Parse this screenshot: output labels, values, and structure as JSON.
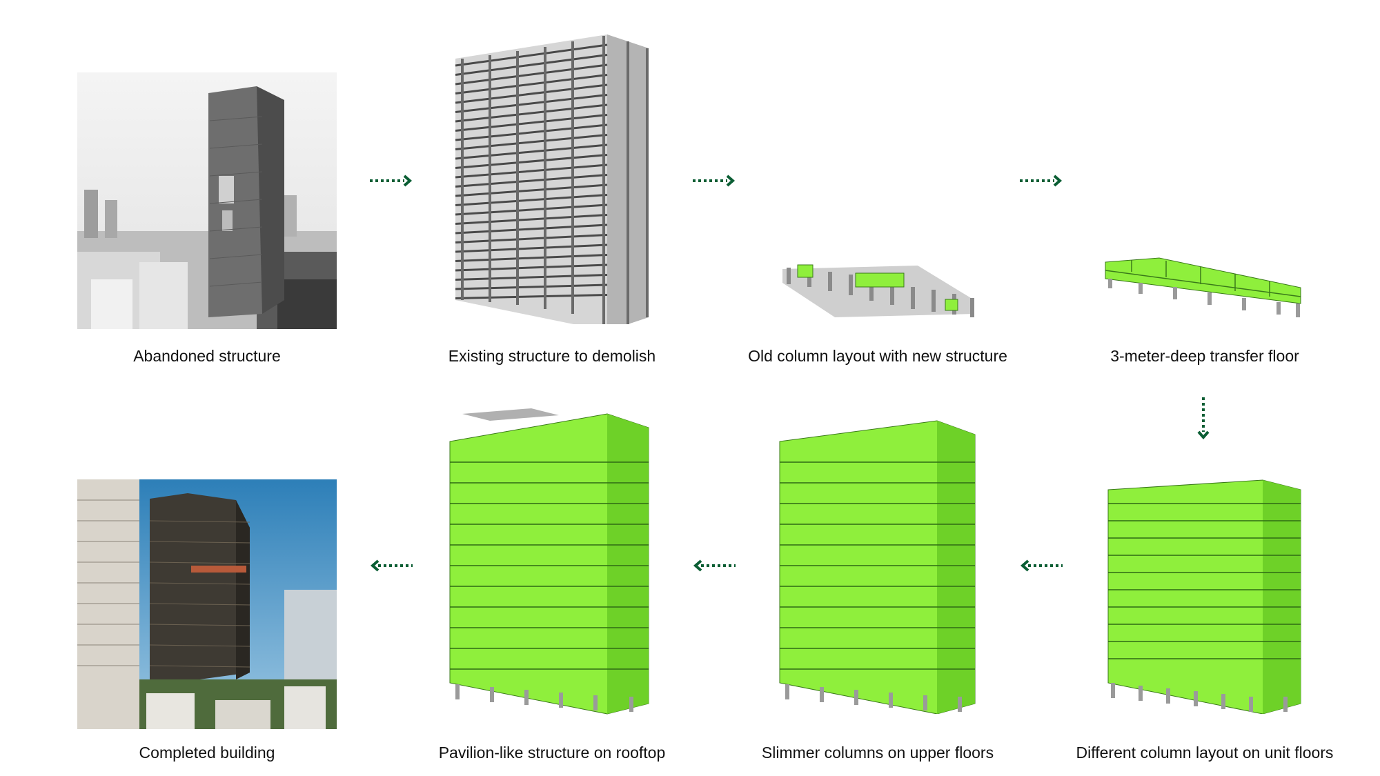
{
  "steps": [
    {
      "label": "Abandoned structure"
    },
    {
      "label": "Existing structure to demolish"
    },
    {
      "label": "Old column layout with new structure"
    },
    {
      "label": "3-meter-deep transfer floor"
    },
    {
      "label": "Different column layout on unit floors"
    },
    {
      "label": "Slimmer columns on upper floors"
    },
    {
      "label": "Pavilion-like structure on rooftop"
    },
    {
      "label": "Completed building"
    }
  ],
  "colors": {
    "arrow": "#0b5e34",
    "new_structure": "#8fef3c",
    "old_structure": "#9a9a9a",
    "caption_text": "#111111"
  }
}
